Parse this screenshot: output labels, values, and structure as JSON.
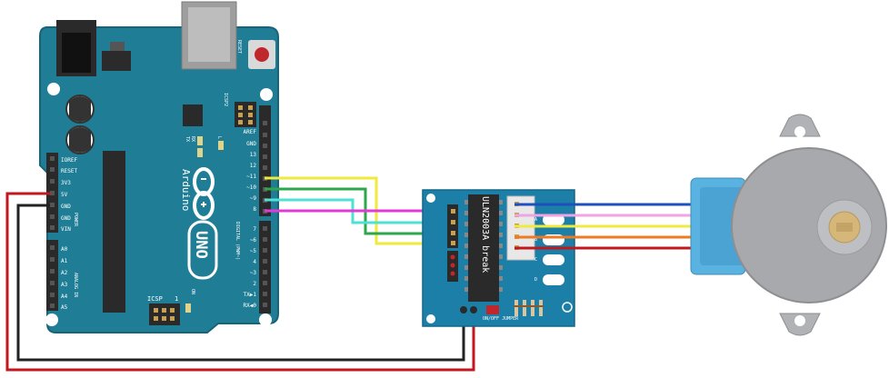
{
  "arduino": {
    "brand": "Arduino",
    "model": "UNO",
    "reset_label": "RESET",
    "icsp2_label": "ICSP2",
    "icsp_label": "ICSP",
    "tx_label": "TX",
    "rx_label": "RX",
    "l_label": "L",
    "on_label": "ON",
    "digital_label": "DIGITAL (PWM~)",
    "power_label": "POWER",
    "analog_label": "ANALOG IN",
    "icsp_pin1": "1",
    "power_pins": [
      "IOREF",
      "RESET",
      "3V3",
      "5V",
      "GND",
      "GND",
      "VIN"
    ],
    "analog_pins": [
      "A0",
      "A1",
      "A2",
      "A3",
      "A4",
      "A5"
    ],
    "digital_pins_top": [
      "AREF",
      "GND",
      "13",
      "12",
      "~11",
      "~10",
      "~9",
      "8"
    ],
    "digital_pins_bottom": [
      "7",
      "~6",
      "~5",
      "4",
      "~3",
      "2",
      "TX▶1",
      "RX◀0"
    ]
  },
  "driver": {
    "chip_label": "ULN2003A break",
    "jumper_label": "ON/OFF JUMPER",
    "led_labels": [
      "A",
      "B",
      "C",
      "D"
    ]
  },
  "colors": {
    "board": "#1f7e96",
    "board_edge": "#176478",
    "driver_board": "#1b7fa8",
    "motor": "#a7a9ac",
    "motor_cap": "#5ab2e0",
    "wire_yellow": "#f0ea3c",
    "wire_green": "#2ea74a",
    "wire_cyan": "#4fe0d6",
    "wire_magenta": "#e23ad8",
    "wire_blue": "#1e4fbf",
    "wire_pink": "#f1a3e3",
    "wire_orange": "#ee7a22",
    "wire_red": "#c3171e",
    "wire_black": "#222222"
  }
}
